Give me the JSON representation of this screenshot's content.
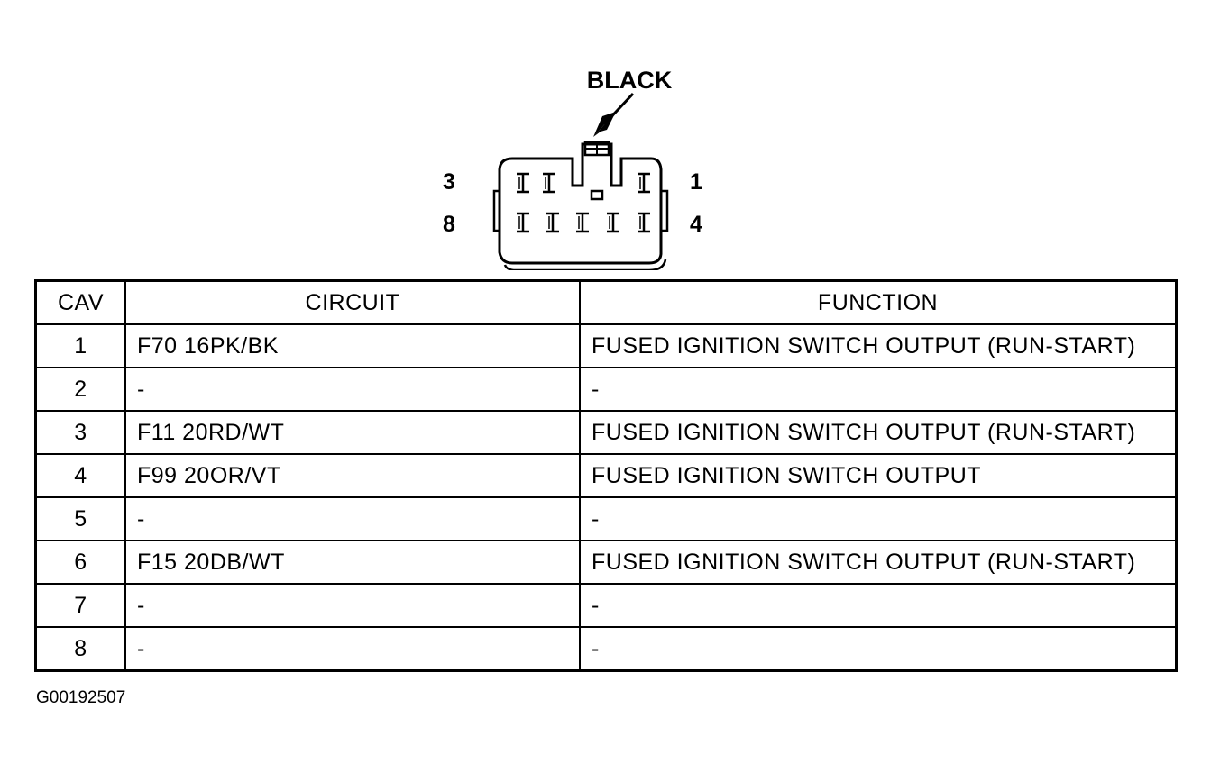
{
  "connector": {
    "color_label": "BLACK",
    "pin_labels": {
      "top_left": "3",
      "top_right": "1",
      "bottom_left": "8",
      "bottom_right": "4"
    }
  },
  "table": {
    "headers": {
      "cav": "CAV",
      "circuit": "CIRCUIT",
      "function": "FUNCTION"
    },
    "rows": [
      {
        "cav": "1",
        "circuit": "F70 16PK/BK",
        "function": "FUSED IGNITION SWITCH OUTPUT (RUN-START)"
      },
      {
        "cav": "2",
        "circuit": "-",
        "function": "-"
      },
      {
        "cav": "3",
        "circuit": "F11 20RD/WT",
        "function": "FUSED IGNITION SWITCH OUTPUT (RUN-START)"
      },
      {
        "cav": "4",
        "circuit": "F99 20OR/VT",
        "function": "FUSED IGNITION SWITCH OUTPUT"
      },
      {
        "cav": "5",
        "circuit": "-",
        "function": "-"
      },
      {
        "cav": "6",
        "circuit": "F15 20DB/WT",
        "function": "FUSED IGNITION SWITCH OUTPUT (RUN-START)"
      },
      {
        "cav": "7",
        "circuit": "-",
        "function": "-"
      },
      {
        "cav": "8",
        "circuit": "-",
        "function": "-"
      }
    ]
  },
  "figure_id": "G00192507"
}
